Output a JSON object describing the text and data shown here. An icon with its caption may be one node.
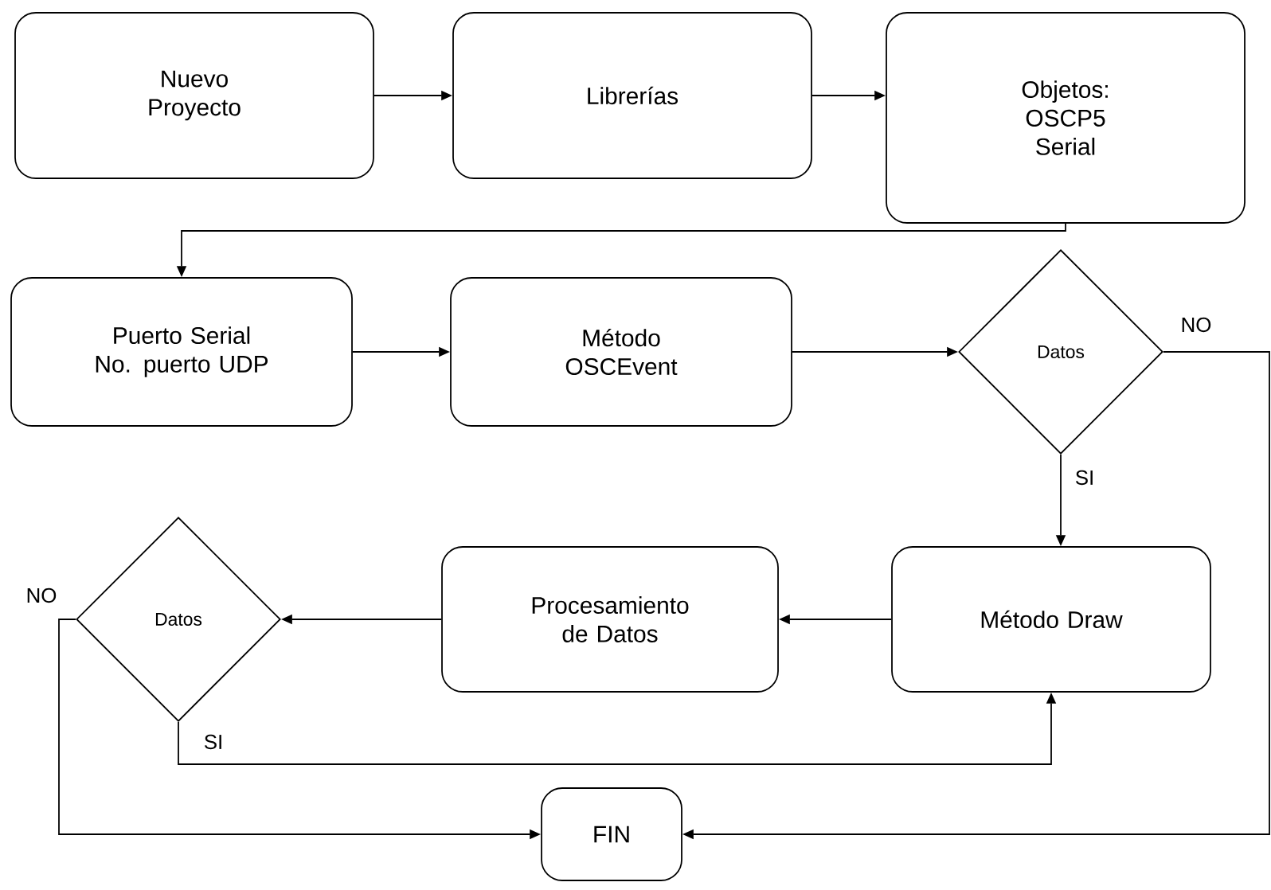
{
  "diagram": {
    "nodes": [
      {
        "text": [
          "Nuevo Proyecto"
        ]
      },
      {
        "text": [
          "Librerías"
        ]
      },
      {
        "text": [
          "Objetos: OSCP5 Serial"
        ]
      },
      {
        "text": [
          "Puerto Serial No. puerto UDP"
        ]
      },
      {
        "text": [
          "Método OSCEvent"
        ]
      },
      {
        "text": [
          "Datos"
        ]
      },
      {
        "text": [
          "Método Draw"
        ]
      },
      {
        "text": [
          "Procesamiento de Datos"
        ]
      },
      {
        "text": [
          "Datos"
        ]
      },
      {
        "text": [
          "FIN"
        ]
      }
    ],
    "edges": [
      {
        "from": 0,
        "to": 1,
        "arrow": "to"
      },
      {
        "from": 1,
        "to": 2,
        "arrow": "to"
      },
      {
        "from": 2,
        "to": 3,
        "arrow": "to"
      },
      {
        "from": 3,
        "to": 4,
        "arrow": "to"
      },
      {
        "from": 4,
        "to": 5,
        "arrow": "to"
      },
      {
        "from": 5,
        "to": 6,
        "arrow": "to",
        "label": "SI"
      },
      {
        "from": 6,
        "to": 7,
        "arrow": "to"
      },
      {
        "from": 7,
        "to": 8,
        "arrow": "to"
      },
      {
        "from": 8,
        "to": 6,
        "arrow": "to",
        "label": "SI"
      },
      {
        "from": 8,
        "to": 9,
        "arrow": "to",
        "label": "NO"
      },
      {
        "from": 5,
        "to": 9,
        "arrow": "to",
        "label": "NO"
      }
    ]
  }
}
